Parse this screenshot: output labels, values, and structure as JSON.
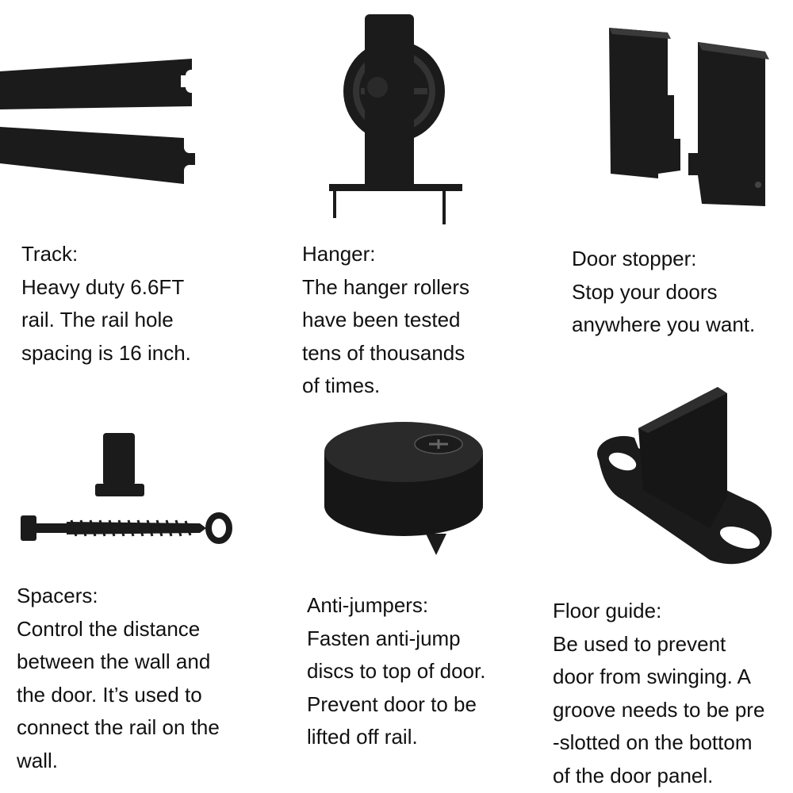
{
  "items": [
    {
      "part": "track",
      "title": "Track:",
      "lines": [
        "Heavy duty 6.6FT",
        "rail. The rail hole",
        "spacing is 16 inch."
      ]
    },
    {
      "part": "hanger",
      "title": "Hanger:",
      "lines": [
        "The hanger rollers",
        "have been tested",
        "tens of thousands",
        "of times."
      ]
    },
    {
      "part": "door-stopper",
      "title": "Door stopper:",
      "lines": [
        "Stop your doors",
        "anywhere you want."
      ]
    },
    {
      "part": "spacers",
      "title": "Spacers:",
      "lines": [
        "Control the distance",
        "between the wall and",
        "the door. It’s used to",
        "connect the rail on the",
        "wall."
      ]
    },
    {
      "part": "anti-jumpers",
      "title": "Anti-jumpers:",
      "lines": [
        "Fasten anti-jump",
        "discs to top of door.",
        "Prevent door to be",
        "lifted off rail."
      ]
    },
    {
      "part": "floor-guide",
      "title": "Floor guide:",
      "lines": [
        "Be used to prevent",
        "door from swinging. A",
        "groove needs to be pre",
        "-slotted on the bottom",
        "of the door panel."
      ]
    }
  ],
  "colors": {
    "product": "#1b1b1b",
    "text": "#111111",
    "background": "#ffffff"
  }
}
